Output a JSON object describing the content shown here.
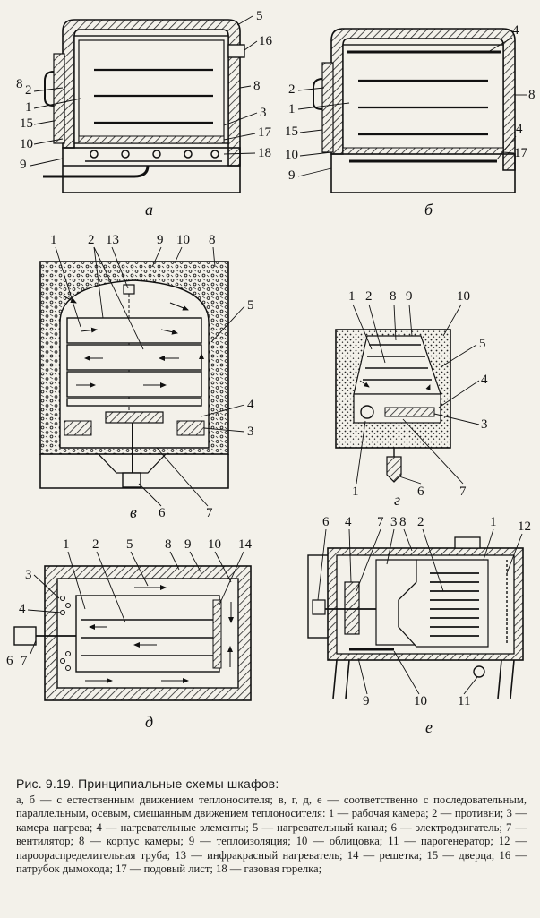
{
  "figure": {
    "panels": [
      {
        "id": "a",
        "letter": "а",
        "labels": [
          "5",
          "16",
          "8",
          "2",
          "1",
          "15",
          "10",
          "9",
          "8",
          "3",
          "17",
          "18"
        ]
      },
      {
        "id": "b",
        "letter": "б",
        "labels": [
          "4",
          "2",
          "1",
          "15",
          "10",
          "9",
          "8",
          "4",
          "17"
        ]
      },
      {
        "id": "v",
        "letter": "в",
        "labels": [
          "1",
          "2",
          "13",
          "9",
          "10",
          "8",
          "5",
          "4",
          "3",
          "6",
          "7"
        ]
      },
      {
        "id": "g",
        "letter": "г",
        "labels": [
          "1",
          "2",
          "8",
          "9",
          "10",
          "5",
          "4",
          "3",
          "1",
          "6",
          "7"
        ]
      },
      {
        "id": "d",
        "letter": "д",
        "labels": [
          "1",
          "2",
          "5",
          "8",
          "9",
          "10",
          "14",
          "3",
          "4",
          "6",
          "7"
        ]
      },
      {
        "id": "e",
        "letter": "е",
        "labels": [
          "6",
          "4",
          "7",
          "3",
          "8",
          "2",
          "1",
          "12",
          "9",
          "10",
          "11"
        ]
      }
    ]
  },
  "caption": {
    "title": "Рис. 9.19. Принципиальные схемы шкафов:",
    "body": "а, б — с естественным движением теплоносителя; в, г, д, е — соответственно с последовательным, параллельным, осевым, смешанным движением теплоносителя: 1 — рабочая камера; 2 — противни; 3 — камера нагрева; 4 — нагревательные элементы; 5 — нагревательный канал; 6 — электродвигатель; 7 — вентилятор; 8 — корпус камеры; 9 — теплоизоляция; 10 — облицовка; 11 — парогенератор; 12 — пароораспределительная труба; 13 — инфракрасный нагреватель; 14 — решетка; 15 — дверца; 16 — патрубок дымохода; 17 — подовый лист; 18 — газовая горелка;"
  }
}
